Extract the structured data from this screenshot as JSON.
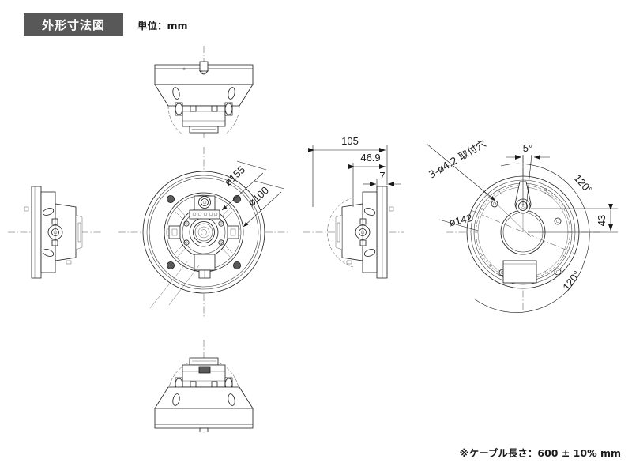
{
  "header": {
    "title": "外形寸法図",
    "unit_label": "単位：mm",
    "title_bg_color": "#585858",
    "title_text_color": "#ffffff"
  },
  "footer": {
    "note": "※ケーブル長さ：600 ± 10% mm"
  },
  "views": [
    {
      "id": "top-view",
      "name": "top-view",
      "label": ""
    },
    {
      "id": "left-view",
      "name": "left-side-view",
      "label": ""
    },
    {
      "id": "front-view",
      "name": "front-view",
      "label": ""
    },
    {
      "id": "right-view",
      "name": "right-side-view",
      "label": ""
    },
    {
      "id": "rear-view",
      "name": "rear-mounting-view",
      "label": ""
    },
    {
      "id": "bottom-view",
      "name": "bottom-view",
      "label": ""
    }
  ],
  "dimensions": {
    "front": {
      "outer_diameter": "ø155",
      "inner_diameter": "ø100"
    },
    "side": {
      "overall_depth": "105",
      "body_depth": "46.9",
      "plate_thickness": "7"
    },
    "rear": {
      "mounting_holes": "3-ø4.2 取付穴",
      "bolt_circle_diameter": "ø142",
      "angle_offset": "5°",
      "angle_span_upper": "120°",
      "angle_span_lower": "120°",
      "offset_vertical": "43"
    }
  },
  "colors": {
    "line": "#1a1a1a",
    "center_line": "#555555",
    "screw_fill": "#5a5a5a",
    "background": "#ffffff"
  }
}
